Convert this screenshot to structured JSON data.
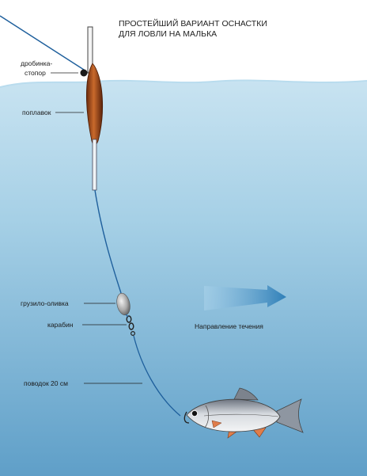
{
  "title": {
    "line1": "ПРОСТЕЙШИЙ ВАРИАНТ ОСНАСТКИ",
    "line2": "ДЛЯ ЛОВЛИ НА МАЛЬКА"
  },
  "labels": {
    "stopper_line1": "дробинка-",
    "stopper_line2": "стопор",
    "float": "поплавок",
    "sinker": "грузило-оливка",
    "swivel": "карабин",
    "leader": "поводок 20 см",
    "current": "Направление течения"
  },
  "colors": {
    "water_top": "#c2e0ef",
    "water_bottom": "#6aa8cd",
    "line": "#1e5f9c",
    "float_body": "#b5541f",
    "arrow": "#3a86bd"
  }
}
